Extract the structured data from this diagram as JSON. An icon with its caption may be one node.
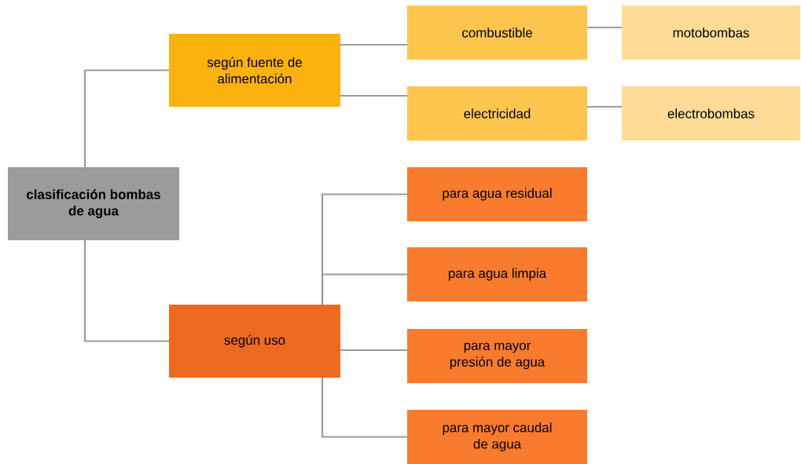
{
  "diagram": {
    "nodes": [
      {
        "text": [
          "clasificación bombas de agua"
        ]
      },
      {
        "text": [
          "según fuente de alimentación"
        ]
      },
      {
        "text": [
          "combustible"
        ]
      },
      {
        "text": [
          "motobombas"
        ]
      },
      {
        "text": [
          "electricidad"
        ]
      },
      {
        "text": [
          "electrobombas"
        ]
      },
      {
        "text": [
          "según uso"
        ]
      },
      {
        "text": [
          "para agua residual"
        ]
      },
      {
        "text": [
          "para agua limpia"
        ]
      },
      {
        "text": [
          "para mayor presión de agua"
        ]
      },
      {
        "text": [
          "para mayor caudal de agua"
        ]
      }
    ],
    "edges": [
      {
        "from": 0,
        "to": 1,
        "arrow": "none"
      },
      {
        "from": 0,
        "to": 6,
        "arrow": "none"
      },
      {
        "from": 1,
        "to": 2,
        "arrow": "none"
      },
      {
        "from": 1,
        "to": 4,
        "arrow": "none"
      },
      {
        "from": 2,
        "to": 3,
        "arrow": "none"
      },
      {
        "from": 4,
        "to": 5,
        "arrow": "none"
      },
      {
        "from": 6,
        "to": 7,
        "arrow": "none"
      },
      {
        "from": 6,
        "to": 8,
        "arrow": "none"
      },
      {
        "from": 6,
        "to": 9,
        "arrow": "none"
      },
      {
        "from": 6,
        "to": 10,
        "arrow": "none"
      }
    ]
  }
}
